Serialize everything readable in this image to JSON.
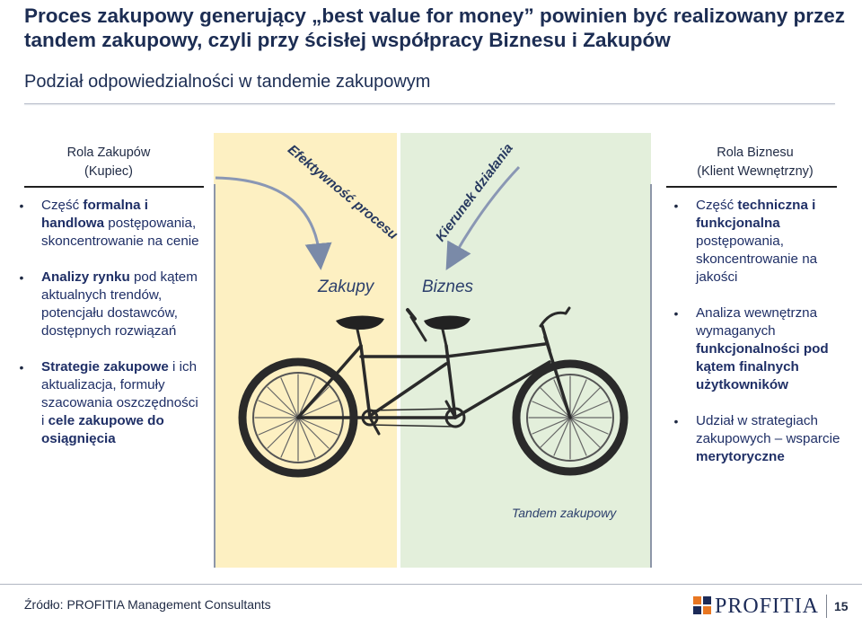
{
  "header": {
    "title": "Proces zakupowy generujący „best value for money” powinien być realizowany przez tandem zakupowy, czyli przy ścisłej współpracy Biznesu i Zakupów",
    "subtitle": "Podział odpowiedzialności w tandemie zakupowym"
  },
  "left": {
    "heading_line1": "Rola Zakupów",
    "heading_line2": "(Kupiec)",
    "items": [
      {
        "b1_pre": "Część ",
        "b1_bold": "formalna i handlowa",
        "b1_post": " postępowania, skoncentrowanie na cenie"
      },
      {
        "b2_bold": "Analizy rynku",
        "b2_post": " pod kątem aktualnych trendów, potencjału dostawców, dostępnych rozwiązań"
      },
      {
        "b3_bold": "Strategie zakupowe",
        "b3_mid": " i ich aktualizacja, formuły szacowania oszczędności i ",
        "b3_bold2": "cele zakupowe do osiągnięcia"
      }
    ]
  },
  "right": {
    "heading_line1": "Rola Biznesu",
    "heading_line2": "(Klient Wewnętrzny)",
    "items": [
      {
        "pre": "Część ",
        "bold": "techniczna i funkcjonalna",
        "post": " postępowania, skoncentrowanie na jakości"
      },
      {
        "pre": "Analiza wewnętrzna wymaganych ",
        "bold": "funkcjonalności pod kątem finalnych użytkowników",
        "post": ""
      },
      {
        "pre": "Udział w strategiach zakupowych – wsparcie ",
        "bold": "merytoryczne",
        "post": ""
      }
    ]
  },
  "center": {
    "arc_left": "Efektywność procesu",
    "arc_right": "Kierunek działania",
    "label_zakupy": "Zakupy",
    "label_biznes": "Biznes",
    "caption": "Tandem zakupowy"
  },
  "footer": {
    "source": "Źródło: PROFITIA Management Consultants",
    "logo_text": "PROFITIA",
    "page_number": "15"
  },
  "colors": {
    "title": "#1c2d53",
    "yellow_panel": "#fdf0c2",
    "green_panel": "#e3efdb",
    "logo_orange": "#e87722",
    "logo_blue": "#1c2b58"
  },
  "icons": [
    "bullet-dot-icon",
    "curved-arrow-icon",
    "tandem-bicycle-icon",
    "profitia-logo-icon"
  ]
}
